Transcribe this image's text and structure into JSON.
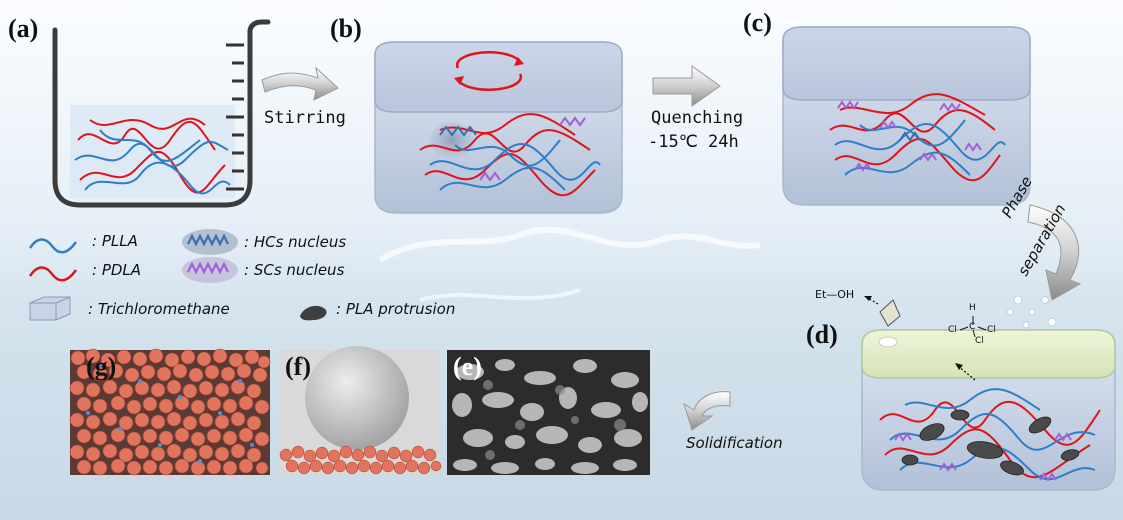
{
  "panels": {
    "a": "(a)",
    "b": "(b)",
    "c": "(c)",
    "d": "(d)",
    "e": "(e)",
    "f": "(f)",
    "g": "(g)"
  },
  "steps": {
    "stirring": "Stirring",
    "quenching": "Quenching",
    "quench_conditions": "-15℃  24h",
    "phase_line1": "Phase",
    "phase_line2": "separation",
    "solidification": "Solidification"
  },
  "legend": {
    "plla": ": PLLA",
    "pdla": ": PDLA",
    "hcs": ": HCs nucleus",
    "scs": ": SCs nucleus",
    "solvent": ": Trichloromethane",
    "protrusion": ": PLA protrusion"
  },
  "molecules": {
    "ethanol": "Et—OH",
    "h": "H",
    "c": "C",
    "cl_left": "Cl",
    "cl_right": "Cl",
    "cl_bottom": "Cl"
  },
  "colors": {
    "plla": "#2f7fc6",
    "pdla": "#e0141b",
    "hcs": "#3a6fb0",
    "scs": "#a45fd6",
    "solvent_box": "#c7d3e6",
    "background_sky": "#eef5fa"
  }
}
